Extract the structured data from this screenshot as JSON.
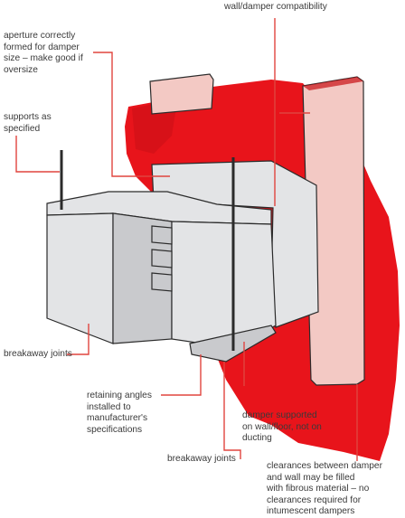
{
  "labels": {
    "wall_damper_compat": "wall/damper compatibility",
    "aperture": "aperture correctly\nformed for damper\nsize – make good if\noversize",
    "supports": "supports as\nspecified",
    "breakaway_left": "breakaway joints",
    "retaining_angles": "retaining angles\ninstalled to\nmanufacturer's\nspecifications",
    "damper_supported": "damper supported\non wall/floor, not on\nducting",
    "breakaway_bottom": "breakaway joints",
    "clearances": "clearances between damper\nand wall may be filled\nwith fibrous material – no\nclearances required for\nintumescent dampers"
  },
  "colors": {
    "wall_red": "#e8141b",
    "wall_red_dark": "#c80f16",
    "pillar_pink": "#f3c9c4",
    "duct_grey": "#e3e4e6",
    "duct_grey_dark": "#c9cacd",
    "line_dark": "#2b2b2b",
    "leader_red": "#e0453f",
    "text": "#3a3a3a"
  }
}
